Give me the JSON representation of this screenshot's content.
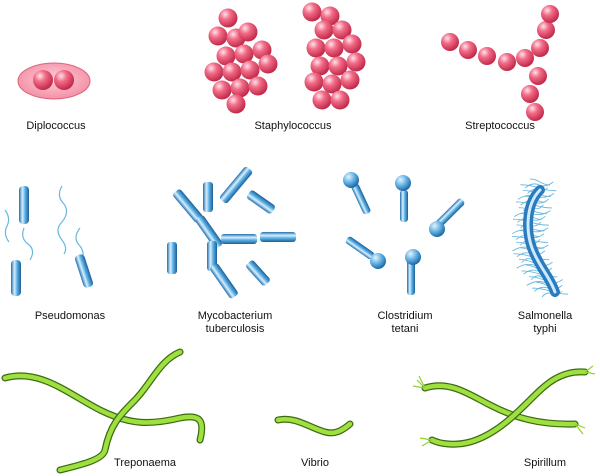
{
  "labels": {
    "diplococcus": "Diplococcus",
    "staphylococcus": "Staphylococcus",
    "streptococcus": "Streptococcus",
    "pseudomonas": "Pseudomonas",
    "mycobacterium_1": "Mycobacterium",
    "mycobacterium_2": "tuberculosis",
    "clostridium_1": "Clostridium",
    "clostridium_2": "tetani",
    "salmonella_1": "Salmonella",
    "salmonella_2": "typhi",
    "treponaema": "Treponaema",
    "vibrio": "Vibrio",
    "spirillum": "Spirillum"
  },
  "colors": {
    "coccus": "#e84f6e",
    "coccus_highlight": "#ffd9e2",
    "rod": "#4a9fd9",
    "rod_highlight": "#d6eefc",
    "spiral": "#8ed62a",
    "spiral_dark": "#3d6b12",
    "flagella": "#6ab8de"
  }
}
